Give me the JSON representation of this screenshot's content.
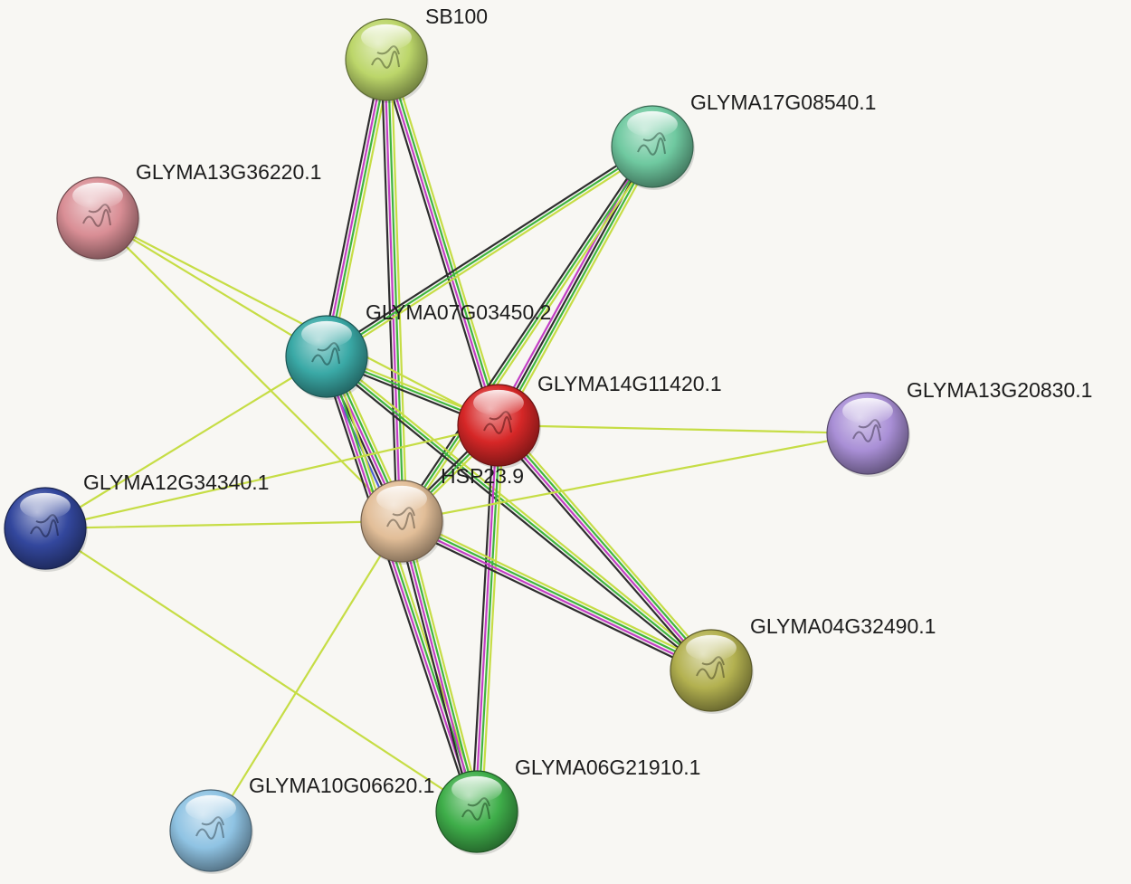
{
  "network": {
    "nodes": [
      {
        "id": "SB100",
        "label": "SB100",
        "color": "#bcd66a"
      },
      {
        "id": "GLYMA17G08540.1",
        "label": "GLYMA17G08540.1",
        "color": "#6fc9a0"
      },
      {
        "id": "GLYMA13G36220.1",
        "label": "GLYMA13G36220.1",
        "color": "#d98e95"
      },
      {
        "id": "GLYMA07G03450.2",
        "label": "GLYMA07G03450.2",
        "color": "#3aa9a6"
      },
      {
        "id": "GLYMA14G11420.1",
        "label": "GLYMA14G11420.1",
        "color": "#d62727"
      },
      {
        "id": "GLYMA13G20830.1",
        "label": "GLYMA13G20830.1",
        "color": "#a98fd6"
      },
      {
        "id": "GLYMA12G34340.1",
        "label": "GLYMA12G34340.1",
        "color": "#33479d"
      },
      {
        "id": "HSP23.9",
        "label": "HSP23.9",
        "color": "#e2be98"
      },
      {
        "id": "GLYMA04G32490.1",
        "label": "GLYMA04G32490.1",
        "color": "#b3b150"
      },
      {
        "id": "GLYMA06G21910.1",
        "label": "GLYMA06G21910.1",
        "color": "#3fae4a"
      },
      {
        "id": "GLYMA10G06620.1",
        "label": "GLYMA10G06620.1",
        "color": "#8fc3e3"
      }
    ],
    "edge_colors": {
      "yellowgreen": "#c6dd45",
      "green": "#3fb53f",
      "black": "#2e2e2e",
      "magenta": "#c23ec4",
      "blue": "#4f5fcf"
    },
    "edges": [
      {
        "source": "SB100",
        "target": "GLYMA07G03450.2",
        "types": [
          "yellowgreen",
          "green",
          "magenta",
          "black"
        ]
      },
      {
        "source": "SB100",
        "target": "GLYMA14G11420.1",
        "types": [
          "yellowgreen",
          "green",
          "magenta",
          "black"
        ]
      },
      {
        "source": "SB100",
        "target": "HSP23.9",
        "types": [
          "yellowgreen",
          "green",
          "magenta",
          "black"
        ]
      },
      {
        "source": "GLYMA17G08540.1",
        "target": "GLYMA07G03450.2",
        "types": [
          "yellowgreen",
          "green",
          "black"
        ]
      },
      {
        "source": "GLYMA17G08540.1",
        "target": "GLYMA14G11420.1",
        "types": [
          "yellowgreen",
          "green",
          "black",
          "magenta"
        ]
      },
      {
        "source": "GLYMA17G08540.1",
        "target": "HSP23.9",
        "types": [
          "yellowgreen",
          "green",
          "black"
        ]
      },
      {
        "source": "GLYMA13G36220.1",
        "target": "GLYMA07G03450.2",
        "types": [
          "yellowgreen"
        ]
      },
      {
        "source": "GLYMA13G36220.1",
        "target": "GLYMA14G11420.1",
        "types": [
          "yellowgreen"
        ]
      },
      {
        "source": "GLYMA13G36220.1",
        "target": "HSP23.9",
        "types": [
          "yellowgreen"
        ]
      },
      {
        "source": "GLYMA07G03450.2",
        "target": "GLYMA14G11420.1",
        "types": [
          "yellowgreen",
          "green",
          "black"
        ]
      },
      {
        "source": "GLYMA07G03450.2",
        "target": "HSP23.9",
        "types": [
          "yellowgreen",
          "green",
          "magenta",
          "black",
          "blue"
        ]
      },
      {
        "source": "GLYMA07G03450.2",
        "target": "GLYMA12G34340.1",
        "types": [
          "yellowgreen"
        ]
      },
      {
        "source": "GLYMA07G03450.2",
        "target": "GLYMA04G32490.1",
        "types": [
          "yellowgreen",
          "green",
          "black"
        ]
      },
      {
        "source": "GLYMA07G03450.2",
        "target": "GLYMA06G21910.1",
        "types": [
          "yellowgreen",
          "green",
          "magenta",
          "black"
        ]
      },
      {
        "source": "GLYMA14G11420.1",
        "target": "HSP23.9",
        "types": [
          "yellowgreen",
          "green",
          "black"
        ]
      },
      {
        "source": "GLYMA14G11420.1",
        "target": "GLYMA13G20830.1",
        "types": [
          "yellowgreen"
        ]
      },
      {
        "source": "GLYMA14G11420.1",
        "target": "GLYMA12G34340.1",
        "types": [
          "yellowgreen"
        ]
      },
      {
        "source": "GLYMA14G11420.1",
        "target": "GLYMA04G32490.1",
        "types": [
          "yellowgreen",
          "green",
          "magenta",
          "black"
        ]
      },
      {
        "source": "GLYMA14G11420.1",
        "target": "GLYMA06G21910.1",
        "types": [
          "yellowgreen",
          "green",
          "magenta",
          "black"
        ]
      },
      {
        "source": "HSP23.9",
        "target": "GLYMA13G20830.1",
        "types": [
          "yellowgreen"
        ]
      },
      {
        "source": "HSP23.9",
        "target": "GLYMA12G34340.1",
        "types": [
          "yellowgreen"
        ]
      },
      {
        "source": "HSP23.9",
        "target": "GLYMA04G32490.1",
        "types": [
          "yellowgreen",
          "green",
          "magenta",
          "black"
        ]
      },
      {
        "source": "HSP23.9",
        "target": "GLYMA06G21910.1",
        "types": [
          "yellowgreen",
          "green",
          "magenta",
          "black"
        ]
      },
      {
        "source": "HSP23.9",
        "target": "GLYMA10G06620.1",
        "types": [
          "yellowgreen"
        ]
      },
      {
        "source": "GLYMA12G34340.1",
        "target": "GLYMA06G21910.1",
        "types": [
          "yellowgreen"
        ]
      }
    ]
  }
}
